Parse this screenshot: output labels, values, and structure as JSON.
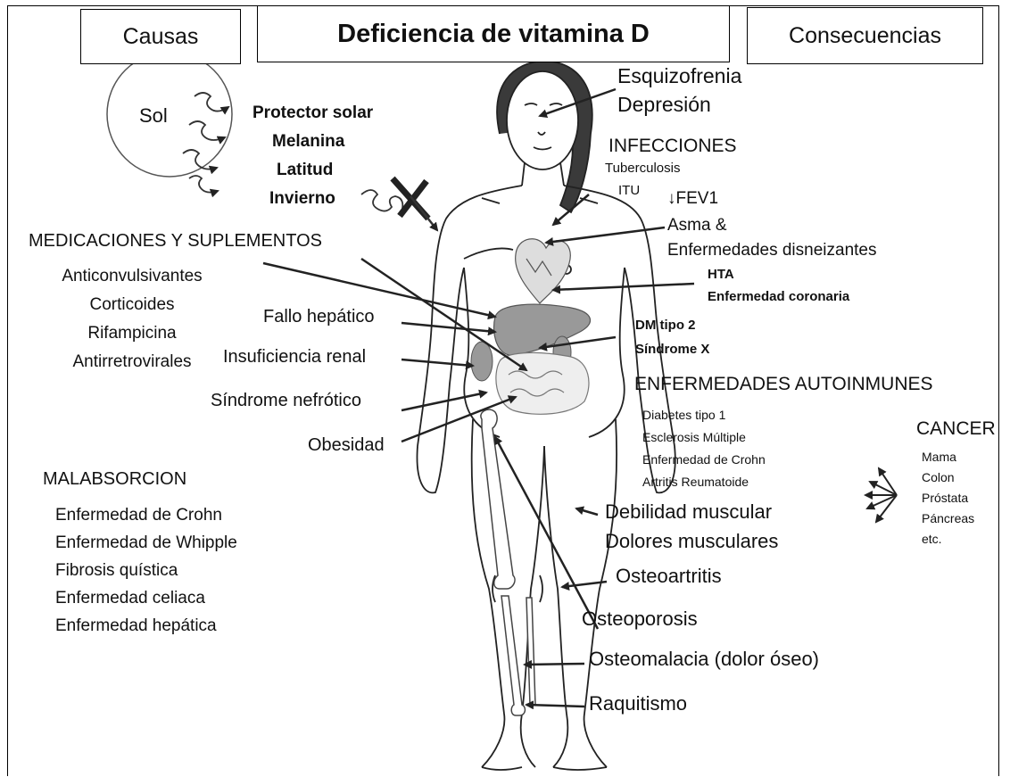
{
  "header": {
    "causes_label": "Causas",
    "title": "Deficiencia de vitamina D",
    "consequences_label": "Consecuencias"
  },
  "sun": {
    "label": "Sol",
    "blockers": [
      "Protector solar",
      "Melanina",
      "Latitud",
      "Invierno"
    ]
  },
  "medications": {
    "heading": "MEDICACIONES Y SUPLEMENTOS",
    "items": [
      "Anticonvulsivantes",
      "Corticoides",
      "Rifampicina",
      "Antirretrovirales"
    ]
  },
  "organ_causes": [
    "Fallo hepático",
    "Insuficiencia renal",
    "Síndrome nefrótico",
    "Obesidad"
  ],
  "malabsorption": {
    "heading": "MALABSORCION",
    "items": [
      "Enfermedad de Crohn",
      "Enfermedad de Whipple",
      "Fibrosis quística",
      "Enfermedad celiaca",
      "Enfermedad hepática"
    ]
  },
  "consequences": {
    "psych": [
      "Esquizofrenia",
      "Depresión"
    ],
    "infections": {
      "heading": "INFECCIONES",
      "items": [
        "Tuberculosis",
        "ITU"
      ]
    },
    "respiratory": [
      "↓FEV1",
      "Asma &",
      "Enfermedades disneizantes"
    ],
    "cardio": [
      "HTA",
      "Enfermedad coronaria"
    ],
    "metabolic": [
      "DM tipo 2",
      "Síndrome X"
    ],
    "autoimmune": {
      "heading": "ENFERMEDADES AUTOINMUNES",
      "items": [
        "Diabetes tipo 1",
        "Esclerosis Múltiple",
        "Enfermedad de Crohn",
        "Artritis Reumatoide"
      ]
    },
    "cancer": {
      "heading": "CANCER",
      "items": [
        "Mama",
        "Colon",
        "Próstata",
        "Páncreas",
        "etc."
      ]
    },
    "muscle": [
      "Debilidad muscular",
      "Dolores musculares"
    ],
    "bone": {
      "osteoarthritis": "Osteoartritis",
      "osteoporosis": "Osteoporosis",
      "osteomalacia": "Osteomalacia (dolor óseo)",
      "rickets": "Raquitismo"
    }
  }
}
